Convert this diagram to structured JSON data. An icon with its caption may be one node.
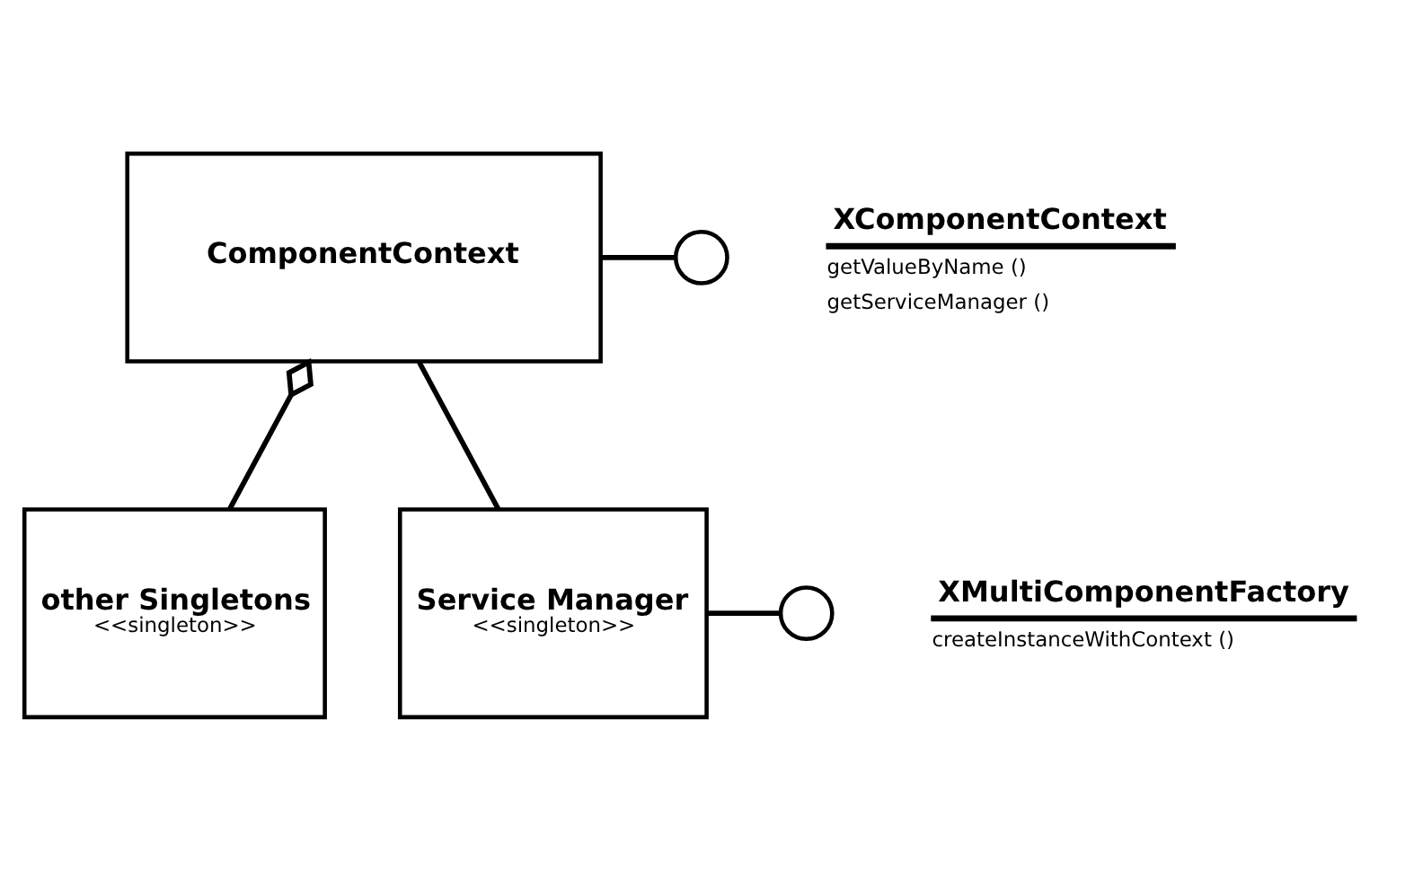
{
  "diagram": {
    "nodes": [
      {
        "text": [
          "ComponentContext"
        ]
      },
      {
        "text": [],
        "shape": "circle",
        "beside": [
          "XComponentContext",
          "getValueByName ()",
          "getServiceManager ()"
        ]
      },
      {
        "text": [
          "other Singletons",
          "<<singleton>>"
        ]
      },
      {
        "text": [
          "Service Manager",
          "<<singleton>>"
        ]
      },
      {
        "text": [],
        "shape": "circle",
        "beside": [
          "XMultiComponentFactory",
          "createInstanceWithContext ()"
        ]
      }
    ],
    "edges": [
      {
        "from": 0,
        "to": 1,
        "arrow": "none"
      },
      {
        "from": 0,
        "to": 2,
        "arrow": "other"
      },
      {
        "from": 0,
        "to": 3,
        "arrow": "none"
      },
      {
        "from": 3,
        "to": 4,
        "arrow": "none"
      }
    ]
  }
}
